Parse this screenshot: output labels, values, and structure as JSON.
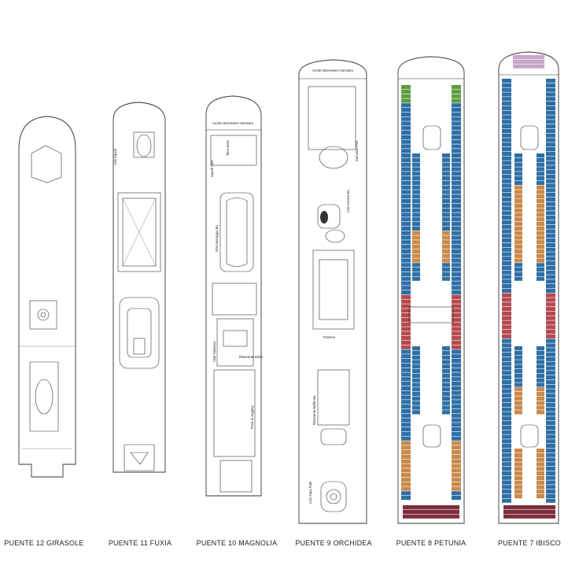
{
  "decks": [
    {
      "id": "deck-12",
      "label": "PUENTE 12 GIRASOLE",
      "places": []
    },
    {
      "id": "deck-11",
      "label": "PUENTE 11 FUXIA",
      "places": [
        "Lido Squok"
      ]
    },
    {
      "id": "deck-10",
      "label": "PUENTE 10 MAGNOLIA",
      "places": [
        "Centro Benessere Samsara",
        "Squok Club",
        "Teen Zone",
        "Idromassaggio Ba",
        "Club Dadance",
        "Ristorante Eden",
        "Pista di Jogging"
      ]
    },
    {
      "id": "deck-9",
      "label": "PUENTE 9 ORCHIDEA",
      "places": [
        "Centro Benessere Samsara",
        "Samsara Pool",
        "Lido Ancora Ba",
        "Pizzeria",
        "Ristorante Buffet Ba",
        "Lido Aqua Park"
      ]
    },
    {
      "id": "deck-8",
      "label": "PUENTE 8 PETUNIA",
      "places": []
    },
    {
      "id": "deck-7",
      "label": "PUENTE 7 IBISCO",
      "places": []
    }
  ],
  "colors": {
    "cabin_blue": "#2f6fa6",
    "cabin_orange": "#c98a4b",
    "cabin_red": "#b54a4f",
    "cabin_green": "#5e9e3f",
    "suite_maroon": "#7c2d3c",
    "outline": "#333333"
  }
}
